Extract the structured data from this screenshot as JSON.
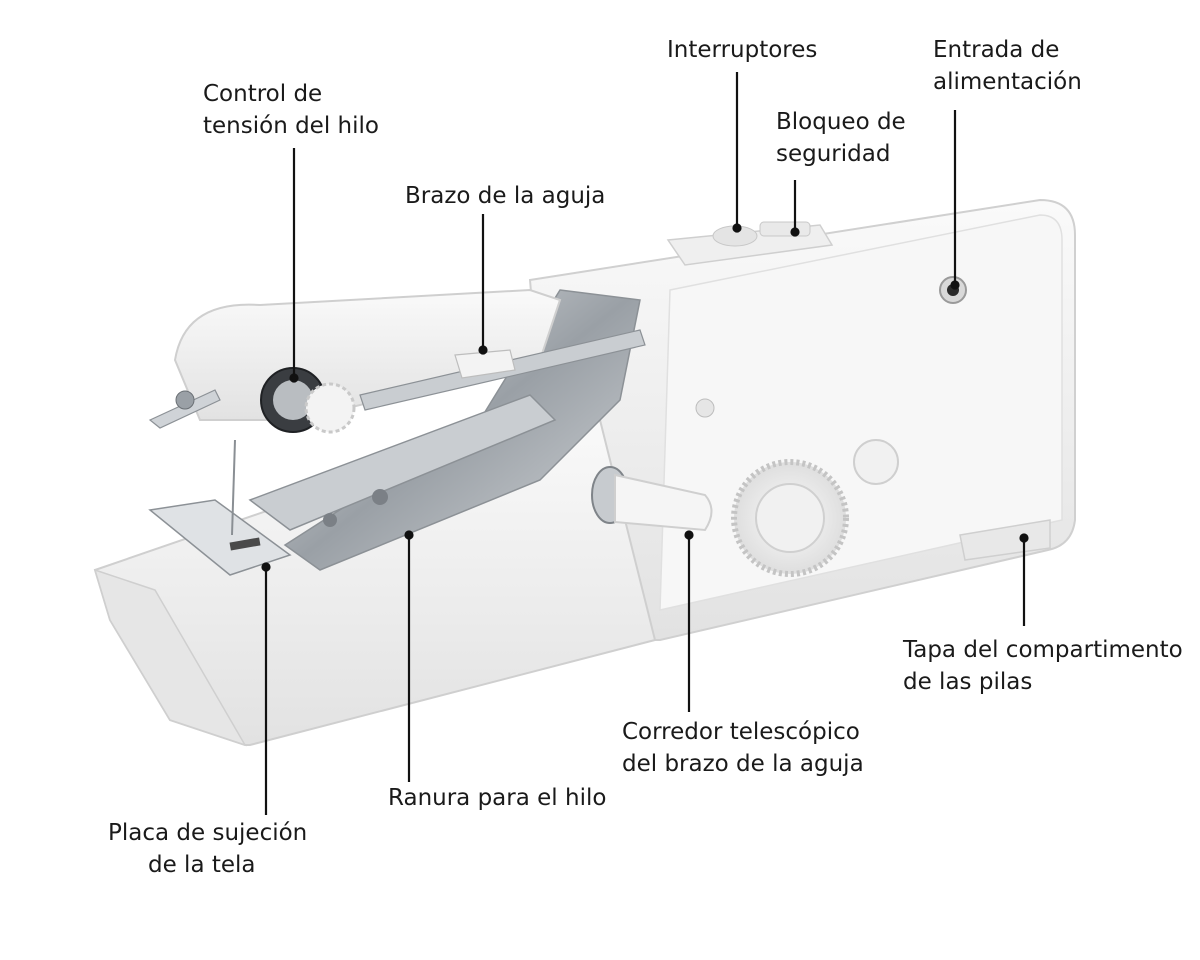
{
  "labels": {
    "tension": [
      "Control de",
      "tensión del hilo"
    ],
    "needle_arm": [
      "Brazo de la aguja"
    ],
    "switches": [
      "Interruptores"
    ],
    "safety_lock": [
      "Bloqueo de",
      "seguridad"
    ],
    "power_input": [
      "Entrada de",
      "alimentación"
    ],
    "battery_cover": [
      "Tapa del compartimento",
      "de las pilas"
    ],
    "telescopic": [
      "Corredor telescópico",
      "del brazo de la aguja"
    ],
    "thread_slot": [
      "Ranura para el hilo"
    ],
    "fabric_plate": [
      "Placa de sujeción",
      "de la tela"
    ]
  },
  "colors": {
    "body": "#f4f4f4",
    "body_shade": "#dcdcdc",
    "metal": "#b8bcc2",
    "leader": "#111111"
  }
}
